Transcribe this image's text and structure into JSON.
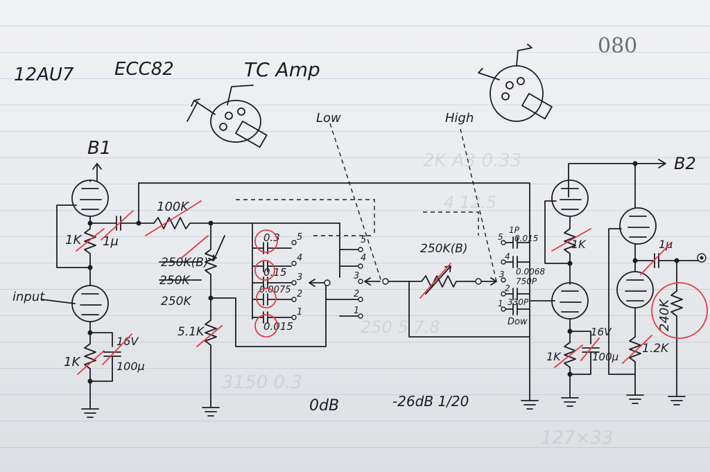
{
  "labels": {
    "page_number": "080",
    "tube": "12AU7",
    "tube_alt": "ECC82",
    "title": "TC Amp",
    "low": "Low",
    "high": "High",
    "b1": "B1",
    "b2": "B2",
    "input": "input",
    "odb": "0dB",
    "db26": "-26dB 1/20"
  },
  "components": {
    "r_100k": "100K",
    "c_1u_left": "1μ",
    "r_1k_plate": "1K",
    "pot_250kb_a": "250K(B)",
    "pot_250kb_b": "250K",
    "pot_250k_c": "250K",
    "r_5_1k": "5.1K",
    "r_1k_cathode": "1K",
    "c_16v": "16V",
    "c_100u": "100μ",
    "cap_03": "0.3",
    "cap_015": "0.15",
    "cap_00075": "0.0075",
    "cap_0015": "0.015",
    "pot_250kb_mid": "250K(B)",
    "cap_hi_1p": "1P",
    "cap_hi_0015": "0.015",
    "cap_hi_00068": "0.0068",
    "cap_hi_750p": "750P",
    "cap_hi_330p": "330P",
    "dow": "Dow",
    "r_1k_right": "1K",
    "c_16v_right": "16V",
    "c_100u_right": "100μ",
    "r_1_2k": "1.2K",
    "c_1u_right": "1μ",
    "r_240k": "240K"
  },
  "switch_positions": {
    "sw1_5": "5",
    "sw1_4": "4",
    "sw1_3": "3",
    "sw1_2": "2",
    "sw1_1": "1",
    "sw2_5": "5",
    "sw2_4": "4",
    "sw2_3": "3",
    "sw2_2": "2",
    "sw2_1": "1",
    "sw3_5": "5",
    "sw3_4": "4",
    "sw3_3": "3",
    "sw3_2": "2",
    "sw3_1": "1"
  },
  "colors": {
    "ink": "#1c1c22",
    "correction_red": "#e23a46",
    "ruled_line": "#96aacd"
  },
  "icons": [
    "rotary-switch-icon",
    "rotary-switch-icon"
  ]
}
